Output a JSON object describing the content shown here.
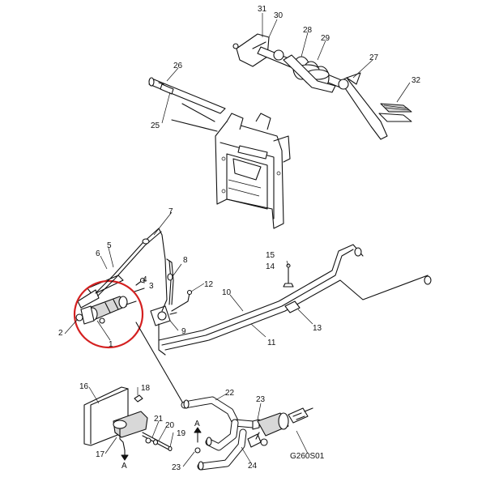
{
  "diagram": {
    "drawing_code": "G260S01",
    "arrow_labels": [
      "A",
      "A"
    ],
    "highlight_color": "#d42020",
    "callouts": [
      "1",
      "2",
      "3",
      "4",
      "5",
      "6",
      "7",
      "8",
      "9",
      "10",
      "11",
      "12",
      "13",
      "14",
      "15",
      "16",
      "17",
      "18",
      "19",
      "20",
      "21",
      "22",
      "23",
      "23",
      "24",
      "25",
      "26",
      "27",
      "28",
      "29",
      "30",
      "31",
      "32"
    ]
  }
}
